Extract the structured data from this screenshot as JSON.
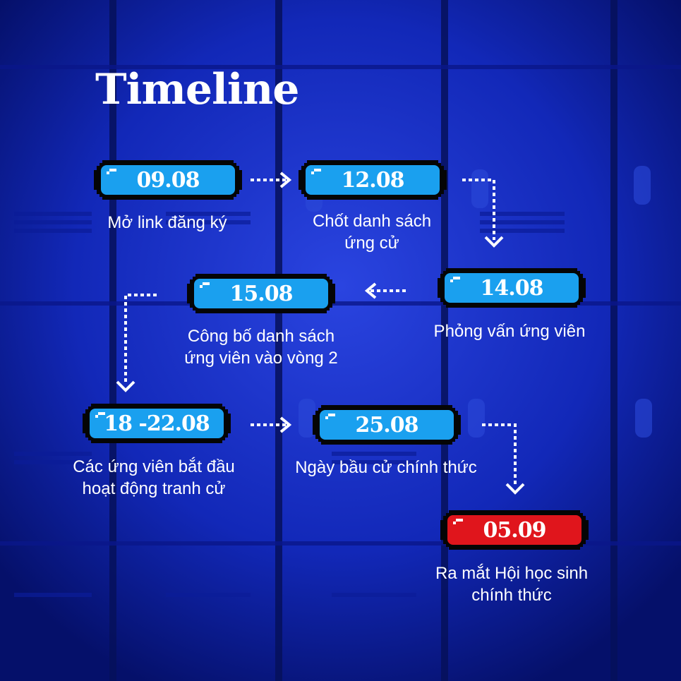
{
  "title": "Timeline",
  "colors": {
    "background": "#0a1a9e",
    "pill_blue": "#1aa0ef",
    "pill_red": "#e0151c",
    "outline": "#050505",
    "text": "#ffffff"
  },
  "milestones": [
    {
      "date": "09.08",
      "label": [
        "Mở link đăng ký"
      ],
      "color": "blue"
    },
    {
      "date": "12.08",
      "label": [
        "Chốt danh sách",
        "ứng cử"
      ],
      "color": "blue"
    },
    {
      "date": "14.08",
      "label": [
        "Phỏng vấn ứng viên"
      ],
      "color": "blue"
    },
    {
      "date": "15.08",
      "label": [
        "Công bố danh sách",
        "ứng viên vào vòng 2"
      ],
      "color": "blue"
    },
    {
      "date": "18 -22.08",
      "label": [
        "Các ứng viên bắt đầu",
        "hoạt động tranh cử"
      ],
      "color": "blue"
    },
    {
      "date": "25.08",
      "label": [
        "Ngày bầu cử chính thức"
      ],
      "color": "blue"
    },
    {
      "date": "05.09",
      "label": [
        "Ra mắt Hội học sinh",
        "chính thức"
      ],
      "color": "red"
    }
  ]
}
